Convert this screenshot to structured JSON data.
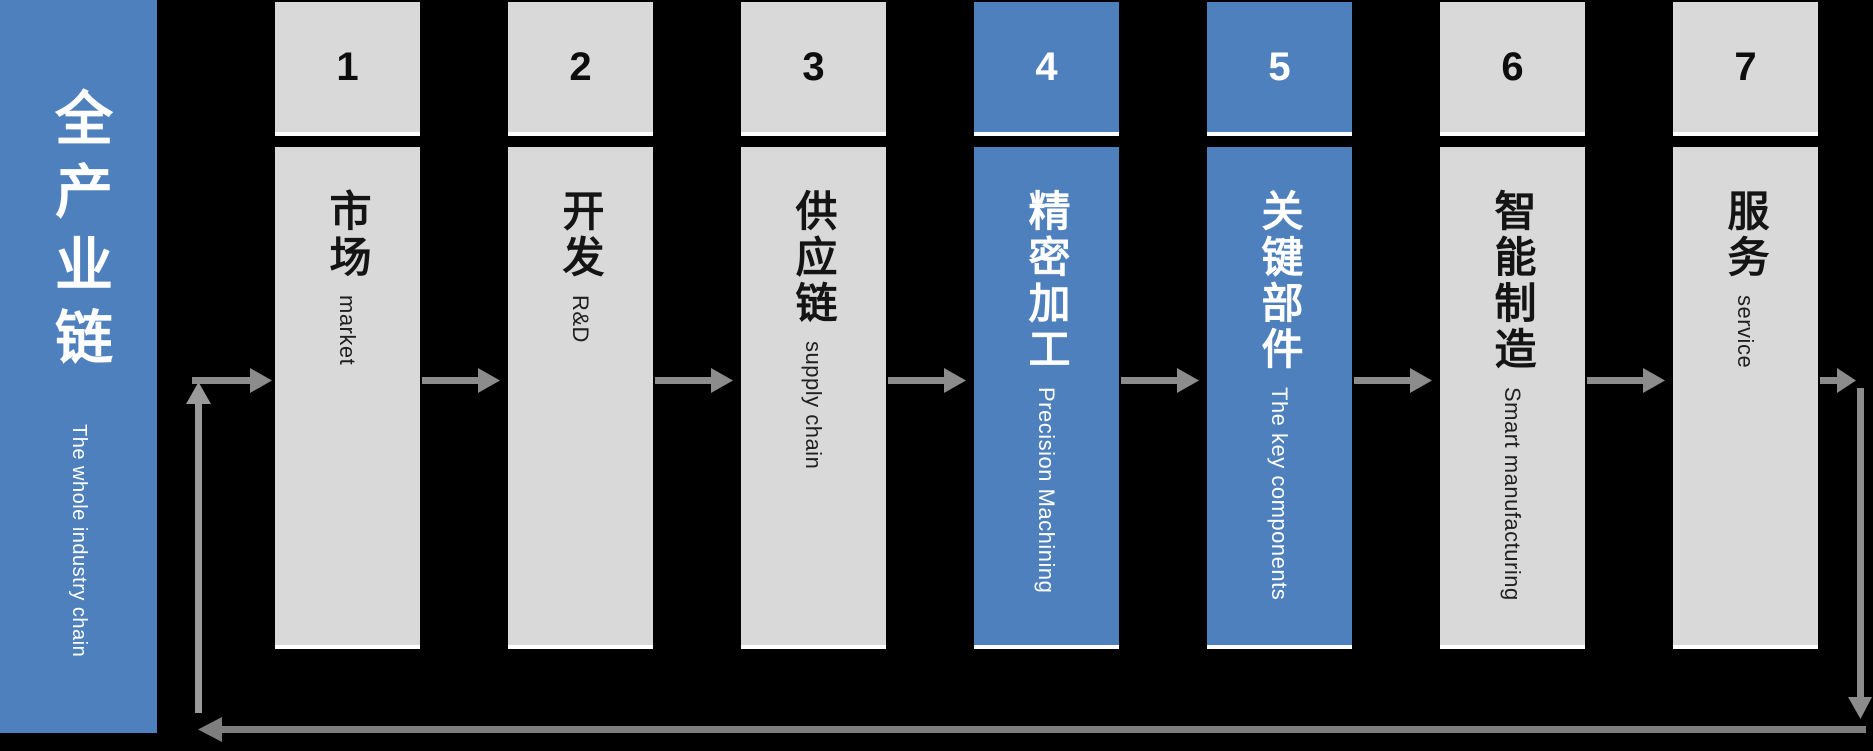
{
  "left_bar": {
    "title_cn": "全产业链",
    "title_en": "The whole industry chain"
  },
  "columns": [
    {
      "number": "1",
      "label_cn": "市场",
      "label_en": "market",
      "highlighted": false
    },
    {
      "number": "2",
      "label_cn": "开发",
      "label_en": "R&D",
      "highlighted": false
    },
    {
      "number": "3",
      "label_cn": "供应链",
      "label_en": "supply chain",
      "highlighted": false
    },
    {
      "number": "4",
      "label_cn": "精密加工",
      "label_en": "Precision Machining",
      "highlighted": true
    },
    {
      "number": "5",
      "label_cn": "关键部件",
      "label_en": "The key components",
      "highlighted": true
    },
    {
      "number": "6",
      "label_cn": "智能制造",
      "label_en": "Smart manufacturing",
      "highlighted": false
    },
    {
      "number": "7",
      "label_cn": "服务",
      "label_en": "service",
      "highlighted": false
    }
  ],
  "colors": {
    "background": "#000000",
    "highlight_blue": "#4E80BD",
    "box_gray": "#D9D9D9",
    "box_border": "#FFFFFF",
    "arrow_gray": "#8C8C8C",
    "arrow_loop_gray": "#7E7E7E",
    "text_dark": "#141414",
    "text_light": "#FFFFFF"
  }
}
